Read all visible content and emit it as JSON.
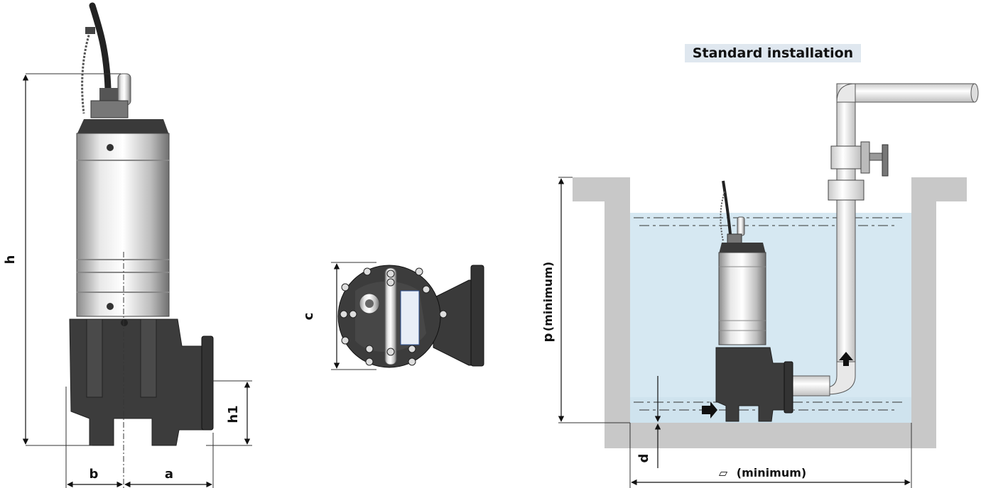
{
  "title": "Standard installation",
  "labels": {
    "h": "h",
    "h1": "h1",
    "a": "a",
    "b": "b",
    "c": "c",
    "p": "p",
    "p_note": "(minimum)",
    "d": "d",
    "width_symbol": "⏥",
    "width_note": "(minimum)"
  },
  "colors": {
    "concrete": "#c8c8c8",
    "water": "#d6e8f2",
    "pump_body": "#3a3a3a",
    "pump_steel": "#d9d9d9",
    "pipe": "#f2f2f2"
  }
}
